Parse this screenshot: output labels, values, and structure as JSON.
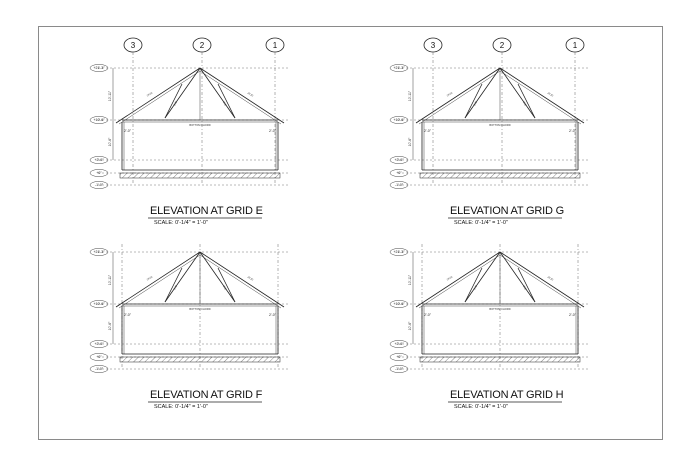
{
  "views": [
    {
      "id": "e",
      "title": "ELEVATION AT GRID E",
      "scale": "SCALE: 0'-1/4\" = 1'-0\"",
      "grid_labels": [
        "3",
        "2",
        "1"
      ],
      "levels": [
        "+21'-3\"",
        "+10'-6\"",
        "+2'-6\"",
        "+0\"",
        "-1'-0\""
      ],
      "heights": [
        "10'-11\"",
        "10'-6\""
      ],
      "overhangs": [
        "2'-0\"",
        "2'-0\""
      ],
      "member_labels": {
        "top_left": "2X10",
        "top_right": "2X10",
        "web_left": "2X8",
        "web_right": "2X8",
        "bottom": "BOTTOM CHORD"
      }
    },
    {
      "id": "g",
      "title": "ELEVATION AT GRID G",
      "scale": "SCALE: 0'-1/4\" = 1'-0\"",
      "grid_labels": [
        "3",
        "2",
        "1"
      ],
      "levels": [
        "+21'-3\"",
        "+10'-6\"",
        "+2'-6\"",
        "+0\"",
        "-1'-0\""
      ],
      "heights": [
        "10'-11\"",
        "10'-6\""
      ],
      "overhangs": [
        "2'-0\"",
        "2'-0\""
      ],
      "member_labels": {
        "top_left": "2X10",
        "top_right": "2X10",
        "web_left": "2X8",
        "web_right": "2X8",
        "bottom": "BOTTOM CHORD"
      }
    },
    {
      "id": "f",
      "title": "ELEVATION AT GRID F",
      "scale": "SCALE: 0'-1/4\" = 1'-0\"",
      "levels": [
        "+21'-3\"",
        "+10'-6\"",
        "+2'-6\"",
        "+0\"",
        "-1'-0\""
      ],
      "heights": [
        "10'-11\"",
        "10'-6\""
      ],
      "overhangs": [
        "2'-0\"",
        "2'-0\""
      ],
      "member_labels": {
        "top_left": "2X10",
        "top_right": "2X10",
        "web_left": "2X8",
        "web_right": "2X8",
        "bottom": "BOTTOM CHORD"
      }
    },
    {
      "id": "h",
      "title": "ELEVATION AT GRID H",
      "scale": "SCALE: 0'-1/4\" = 1'-0\"",
      "levels": [
        "+21'-3\"",
        "+10'-6\"",
        "+2'-6\"",
        "+0\"",
        "-1'-0\""
      ],
      "heights": [
        "10'-11\"",
        "10'-6\""
      ],
      "overhangs": [
        "2'-0\"",
        "2'-0\""
      ],
      "member_labels": {
        "top_left": "2X10",
        "top_right": "2X10",
        "web_left": "2X8",
        "web_right": "2X8",
        "bottom": "BOTTOM CHORD"
      }
    }
  ]
}
